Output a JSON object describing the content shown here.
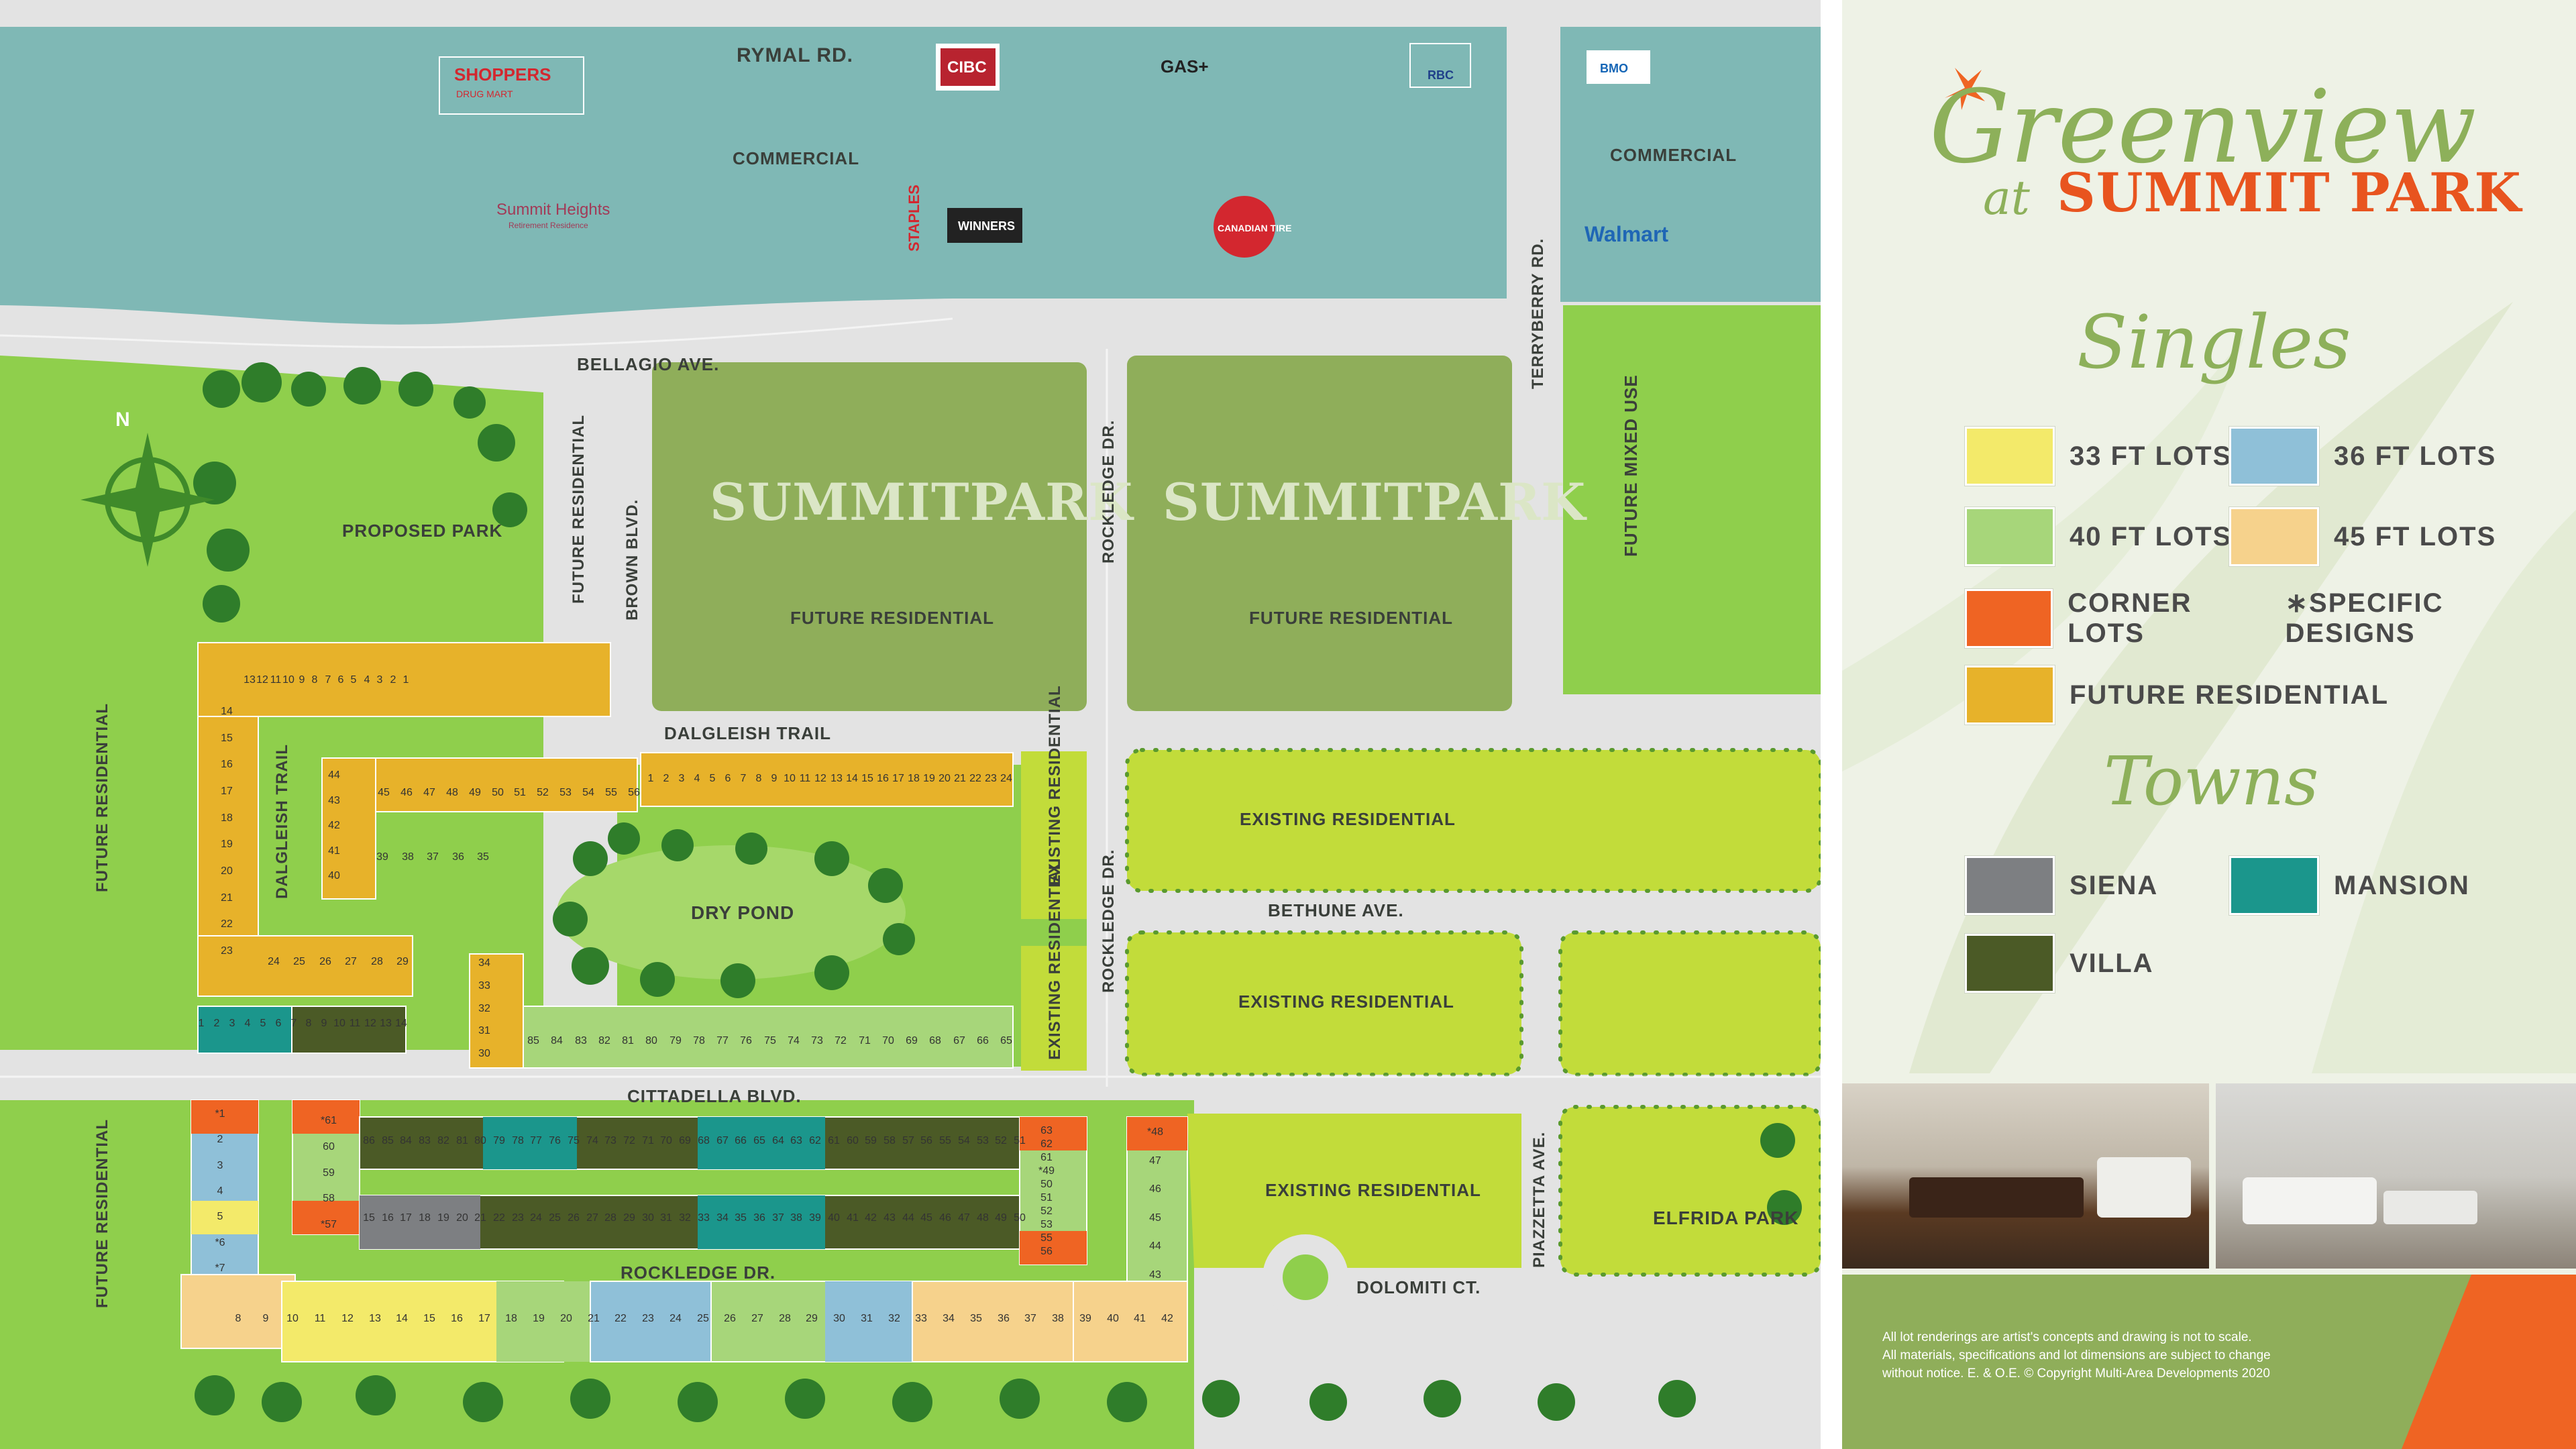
{
  "colors": {
    "commercial": "#7fb8b5",
    "green": "#8fcf4c",
    "road": "#e3e3e3",
    "summit_park": "#8fae5a",
    "existing_residential": "#c2dc3a",
    "lot_33": "#f3ea6a",
    "lot_40": "#a7d67a",
    "lot_36": "#8fc0d8",
    "lot_45": "#f6d28c",
    "corner": "#ef6423",
    "future": "#e7b22a",
    "siena": "#7d7f82",
    "mansion": "#1b968c",
    "villa": "#4b5a26"
  },
  "map": {
    "roads": {
      "rymal": "RYMAL RD.",
      "bellagio": "BELLAGIO AVE.",
      "terryberry": "TERRYBERRY RD.",
      "brown": "BROWN BLVD.",
      "rockledge_top": "ROCKLEDGE DR.",
      "dalgleish_trail_top": "DALGLEISH TRAIL",
      "dalgleish_trail_side": "DALGLEISH TRAIL",
      "rockledge_mid": "ROCKLEDGE DR.",
      "bethune": "BETHUNE AVE.",
      "cittadella": "CITTADELLA BLVD.",
      "piazzetta": "PIAZZETTA AVE.",
      "rockledge_bottom": "ROCKLEDGE DR.",
      "dolomiti": "DOLOMITI CT."
    },
    "areas": {
      "commercial_left": "COMMERCIAL",
      "commercial_right": "COMMERCIAL",
      "future_mixed_use": "FUTURE MIXED USE",
      "proposed_park": "PROPOSED PARK",
      "future_residential_vertical": "FUTURE RESIDENTIAL",
      "summitpark_1_logo": "SUMMITPARK",
      "summitpark_1_label": "FUTURE RESIDENTIAL",
      "summitpark_2_logo": "SUMMITPARK",
      "summitpark_2_label": "FUTURE RESIDENTIAL",
      "future_residential_left_top": "FUTURE RESIDENTIAL",
      "future_residential_left_bottom": "FUTURE RESIDENTIAL",
      "dry_pond": "DRY POND",
      "existing_residential_1": "EXISTING RESIDENTIAL",
      "existing_residential_2": "EXISTING RESIDENTIAL",
      "existing_residential_3": "EXISTING RESIDENTIAL",
      "existing_residential_v1": "EXISTING RESIDENTIAL",
      "existing_residential_v2": "EXISTING RESIDENTIAL",
      "elfrida_park": "ELFRIDA PARK"
    },
    "stores": {
      "shoppers_1": "SHOPPERS",
      "shoppers_2": "DRUG MART",
      "cibc": "CIBC",
      "gas": "GAS+",
      "rbc": "RBC",
      "bmo": "BMO",
      "summit_heights_1": "Summit Heights",
      "summit_heights_2": "Retirement Residence",
      "staples": "STAPLES",
      "winners": "WINNERS",
      "canadian_tire": "CANADIAN TIRE",
      "walmart": "Walmart"
    },
    "north": "N",
    "lots": {
      "row_a": [
        "13",
        "12",
        "11",
        "10",
        "9",
        "8",
        "7",
        "6",
        "5",
        "4",
        "3",
        "2",
        "1"
      ],
      "col_b": [
        "14",
        "15",
        "16",
        "17",
        "18",
        "19",
        "20",
        "21",
        "22",
        "23"
      ],
      "row_c": [
        "24",
        "25",
        "26",
        "27",
        "28",
        "29"
      ],
      "row_d1": [
        "45",
        "46",
        "47",
        "48",
        "49",
        "50",
        "51",
        "52",
        "53",
        "54",
        "55",
        "56"
      ],
      "col_d2": [
        "44",
        "43",
        "42",
        "41",
        "40"
      ],
      "row_d3": [
        "39",
        "38",
        "37",
        "36",
        "35"
      ],
      "row_e": [
        "1",
        "2",
        "3",
        "4",
        "5",
        "6",
        "7",
        "8",
        "9",
        "10",
        "11",
        "12",
        "13",
        "14",
        "15",
        "16",
        "17",
        "18",
        "19",
        "20",
        "21",
        "22",
        "23",
        "24"
      ],
      "col_f": [
        "34",
        "33",
        "32",
        "31",
        "30"
      ],
      "row_g": [
        "85",
        "84",
        "83",
        "82",
        "81",
        "80",
        "79",
        "78",
        "77",
        "76",
        "75",
        "74",
        "73",
        "72",
        "71",
        "70",
        "69",
        "68",
        "67",
        "66",
        "65"
      ],
      "row_h": [
        "1",
        "2",
        "3",
        "4",
        "5",
        "6",
        "7",
        "8",
        "9",
        "10",
        "11",
        "12",
        "13",
        "14"
      ],
      "col_i": [
        "*1",
        "2",
        "3",
        "4",
        "5",
        "*6",
        "*7"
      ],
      "col_j": [
        "*61",
        "60",
        "59",
        "58",
        "*57"
      ],
      "row_k1": [
        "86",
        "85",
        "84",
        "83",
        "82",
        "81",
        "80",
        "79",
        "78",
        "77",
        "76",
        "75",
        "74",
        "73",
        "72",
        "71",
        "70",
        "69",
        "68",
        "67",
        "66",
        "65",
        "64",
        "63",
        "62",
        "61",
        "60",
        "59",
        "58",
        "57",
        "56",
        "55",
        "54",
        "53",
        "52",
        "51"
      ],
      "row_k2": [
        "15",
        "16",
        "17",
        "18",
        "19",
        "20",
        "21",
        "22",
        "23",
        "24",
        "25",
        "26",
        "27",
        "28",
        "29",
        "30",
        "31",
        "32",
        "33",
        "34",
        "35",
        "36",
        "37",
        "38",
        "39",
        "40",
        "41",
        "42",
        "43",
        "44",
        "45",
        "46",
        "47",
        "48",
        "49",
        "50"
      ],
      "col_l": [
        "63",
        "62",
        "61",
        "*49",
        "50",
        "51",
        "52",
        "53",
        "55",
        "56"
      ],
      "col_m": [
        "*48",
        "47",
        "46",
        "45",
        "44",
        "43"
      ],
      "row_n": [
        "8",
        "9",
        "10",
        "11",
        "12",
        "13",
        "14",
        "15",
        "16",
        "17",
        "18",
        "19",
        "20",
        "21",
        "22",
        "23",
        "24",
        "25",
        "26",
        "27",
        "28",
        "29",
        "30",
        "31",
        "32",
        "33",
        "34",
        "35",
        "36",
        "37",
        "38",
        "39",
        "40",
        "41",
        "42"
      ]
    }
  },
  "brand": {
    "script": "Greenview",
    "at": "at",
    "name": "SUMMIT PARK"
  },
  "legend": {
    "singles_title": "Singles",
    "singles": [
      {
        "label": "33 FT LOTS",
        "color": "#f3ea6a"
      },
      {
        "label": "36 FT LOTS",
        "color": "#8fc0d8"
      },
      {
        "label": "40 FT LOTS",
        "color": "#a7d67a"
      },
      {
        "label": "45 FT LOTS",
        "color": "#f6d28c"
      },
      {
        "label": "CORNER LOTS",
        "color": "#ef6423"
      },
      {
        "label": "FUTURE RESIDENTIAL",
        "color": "#e7b22a"
      }
    ],
    "specific_designs": "∗SPECIFIC DESIGNS",
    "towns_title": "Towns",
    "towns": [
      {
        "label": "SIENA",
        "color": "#7d7f82"
      },
      {
        "label": "MANSION",
        "color": "#1b968c"
      },
      {
        "label": "VILLA",
        "color": "#4b5a26"
      }
    ]
  },
  "disclaimer": {
    "line1": "All lot renderings are artist's concepts and drawing is not to scale.",
    "line2": "All materials, specifications and lot dimensions are subject to change",
    "line3": "without notice. E. & O.E. © Copyright Multi-Area Developments 2020"
  }
}
